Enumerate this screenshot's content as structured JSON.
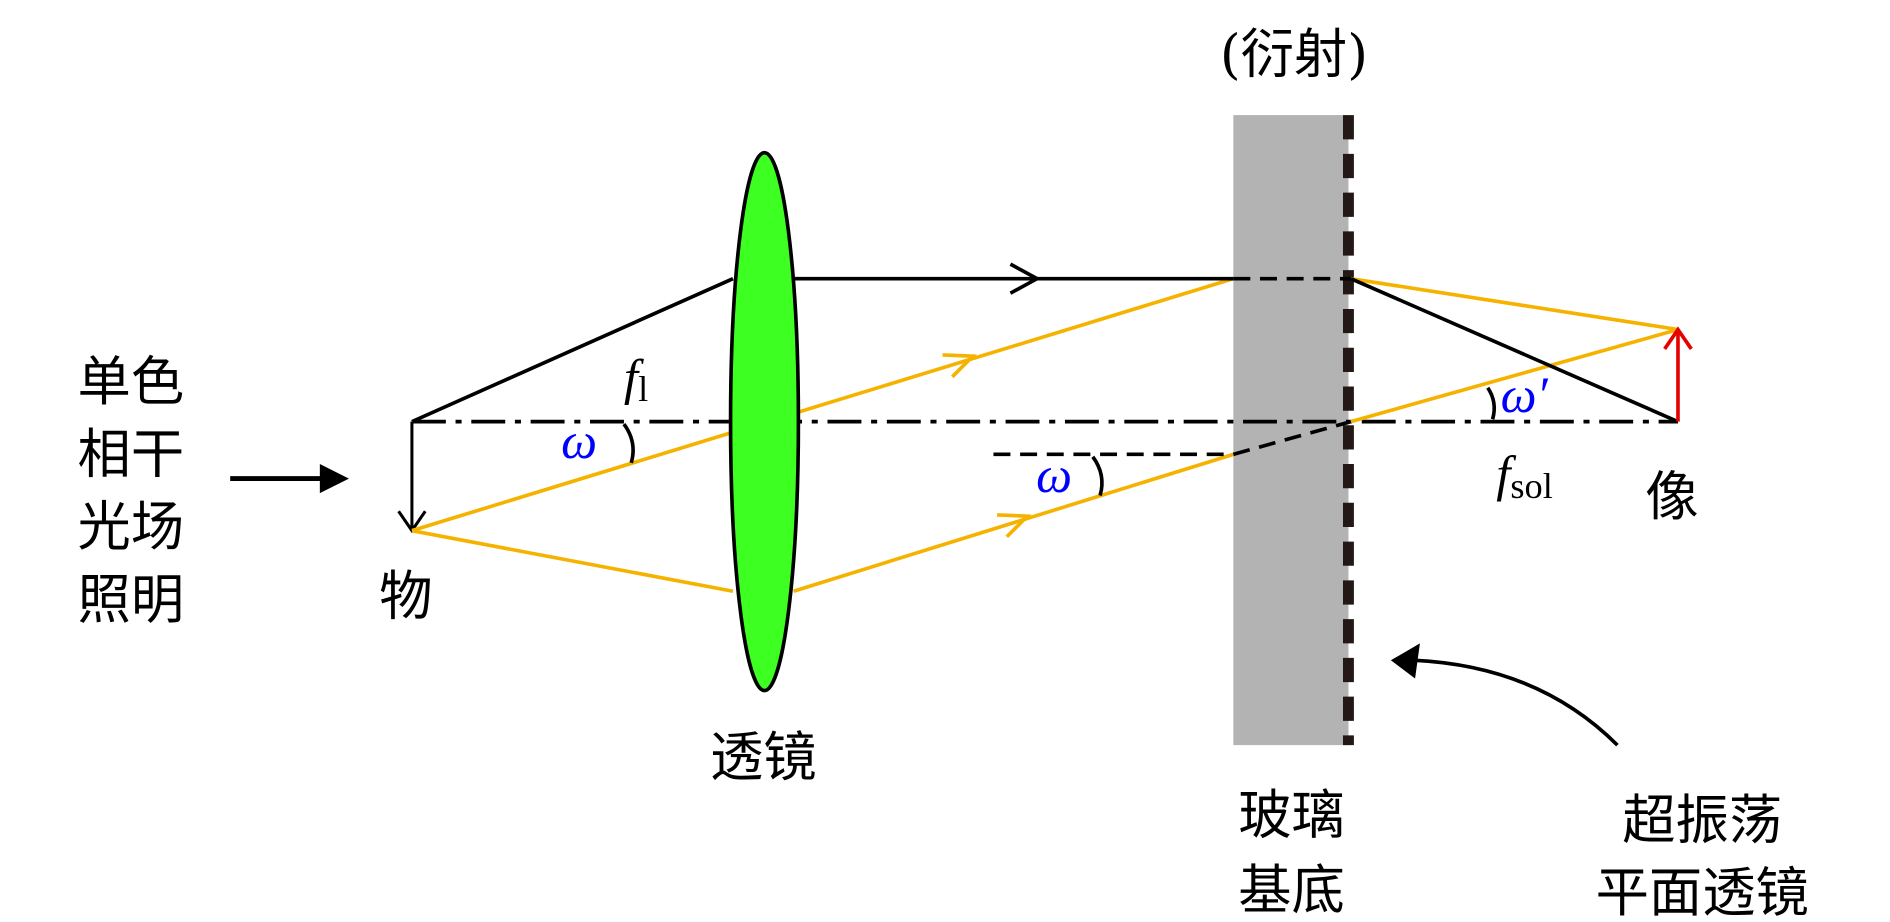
{
  "labels": {
    "illumination": [
      "单色",
      "相干",
      "光场",
      "照明"
    ],
    "object": "物",
    "lens": "透镜",
    "diffraction": "(衍射)",
    "glass_substrate": [
      "玻璃",
      "基底"
    ],
    "superoscillatory_lens": [
      "超振荡",
      "平面透镜"
    ],
    "image": "像",
    "focal_lens": {
      "main": "f",
      "sub": "l"
    },
    "focal_sol": {
      "main": "f",
      "sub": "sol"
    },
    "omega": "ω",
    "omega_prime": "ω′"
  },
  "colors": {
    "lens_fill": "#3dff22",
    "ray_orange": "#f5b300",
    "ray_black": "#000000",
    "image_arrow": "#e60000",
    "substrate": "#b3b3b3",
    "metalens_dash": "#231815",
    "omega_text": "#0000ff"
  }
}
